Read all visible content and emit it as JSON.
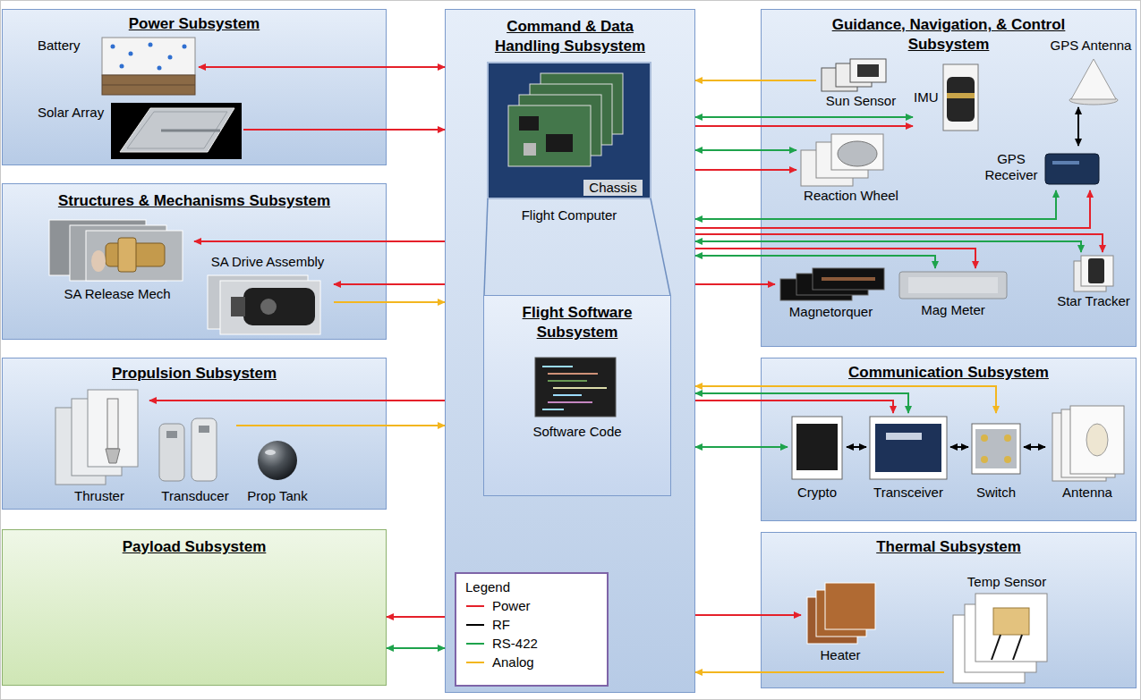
{
  "diagram": {
    "nodes": [
      {
        "text": [
          "Power Subsystem"
        ]
      },
      {
        "text": [
          "Battery"
        ],
        "in": 0
      },
      {
        "text": [
          "Solar Array"
        ],
        "in": 0
      },
      {
        "text": [
          "Structures & Mechanisms Subsystem"
        ]
      },
      {
        "text": [
          "SA Release Mech"
        ],
        "in": 3
      },
      {
        "text": [
          "SA Drive Assembly"
        ],
        "in": 3
      },
      {
        "text": [
          "Propulsion Subsystem"
        ]
      },
      {
        "text": [
          "Thruster"
        ],
        "in": 6
      },
      {
        "text": [
          "Transducer"
        ],
        "in": 6
      },
      {
        "text": [
          "Prop Tank"
        ],
        "in": 6
      },
      {
        "text": [
          "Payload Subsystem"
        ]
      },
      {
        "text": [
          "Command & Data Handling Subsystem"
        ]
      },
      {
        "text": [
          "Chassis",
          "Flight Computer"
        ],
        "in": 11
      },
      {
        "text": [
          "Flight Software Subsystem"
        ],
        "in": 11
      },
      {
        "text": [
          "Software Code"
        ],
        "in": 13
      },
      {
        "text": [
          "Guidance, Navigation, & Control Subsystem"
        ]
      },
      {
        "text": [
          "Sun Sensor"
        ],
        "in": 15
      },
      {
        "text": [
          "IMU"
        ],
        "in": 15
      },
      {
        "text": [
          "GPS Antenna"
        ],
        "in": 15
      },
      {
        "text": [
          "GPS Receiver"
        ],
        "in": 15
      },
      {
        "text": [
          "Reaction Wheel"
        ],
        "in": 15
      },
      {
        "text": [
          "Magnetorquer"
        ],
        "in": 15
      },
      {
        "text": [
          "Mag Meter"
        ],
        "in": 15
      },
      {
        "text": [
          "Star Tracker"
        ],
        "in": 15
      },
      {
        "text": [
          "Communication Subsystem"
        ]
      },
      {
        "text": [
          "Crypto"
        ],
        "in": 24
      },
      {
        "text": [
          "Transceiver"
        ],
        "in": 24
      },
      {
        "text": [
          "Switch"
        ],
        "in": 24
      },
      {
        "text": [
          "Antenna"
        ],
        "in": 24
      },
      {
        "text": [
          "Thermal Subsystem"
        ]
      },
      {
        "text": [
          "Heater"
        ],
        "in": 29
      },
      {
        "text": [
          "Temp Sensor"
        ],
        "in": 29
      }
    ],
    "edges": [
      {
        "from": 1,
        "to": 11,
        "arrow": "both"
      },
      {
        "from": 2,
        "to": 11,
        "arrow": "to"
      },
      {
        "from": 11,
        "to": 4,
        "arrow": "to"
      },
      {
        "from": 11,
        "to": 5,
        "arrow": "to"
      },
      {
        "from": 5,
        "to": 11,
        "arrow": "to"
      },
      {
        "from": 11,
        "to": 7,
        "arrow": "to"
      },
      {
        "from": 8,
        "to": 11,
        "arrow": "to"
      },
      {
        "from": 11,
        "to": 10,
        "arrow": "to"
      },
      {
        "from": 10,
        "to": 11,
        "arrow": "both"
      },
      {
        "from": 16,
        "to": 11,
        "arrow": "to"
      },
      {
        "from": 11,
        "to": 17,
        "arrow": "both"
      },
      {
        "from": 11,
        "to": 17,
        "arrow": "to"
      },
      {
        "from": 11,
        "to": 20,
        "arrow": "both"
      },
      {
        "from": 11,
        "to": 20,
        "arrow": "to"
      },
      {
        "from": 18,
        "to": 19,
        "arrow": "both"
      },
      {
        "from": 11,
        "to": 19,
        "arrow": "both"
      },
      {
        "from": 11,
        "to": 19,
        "arrow": "to"
      },
      {
        "from": 11,
        "to": 21,
        "arrow": "to"
      },
      {
        "from": 11,
        "to": 22,
        "arrow": "both"
      },
      {
        "from": 11,
        "to": 22,
        "arrow": "to"
      },
      {
        "from": 11,
        "to": 23,
        "arrow": "both"
      },
      {
        "from": 11,
        "to": 23,
        "arrow": "to"
      },
      {
        "from": 11,
        "to": 27,
        "arrow": "both"
      },
      {
        "from": 11,
        "to": 26,
        "arrow": "both"
      },
      {
        "from": 11,
        "to": 26,
        "arrow": "to"
      },
      {
        "from": 11,
        "to": 25,
        "arrow": "both"
      },
      {
        "from": 25,
        "to": 26,
        "arrow": "both"
      },
      {
        "from": 26,
        "to": 27,
        "arrow": "both"
      },
      {
        "from": 27,
        "to": 28,
        "arrow": "both"
      },
      {
        "from": 11,
        "to": 30,
        "arrow": "to"
      },
      {
        "from": 31,
        "to": 11,
        "arrow": "to"
      }
    ],
    "labels": [
      "Legend"
    ],
    "legend": [
      {
        "text": "Power"
      },
      {
        "text": "RF"
      },
      {
        "text": "RS-422"
      },
      {
        "text": "Analog"
      }
    ]
  }
}
